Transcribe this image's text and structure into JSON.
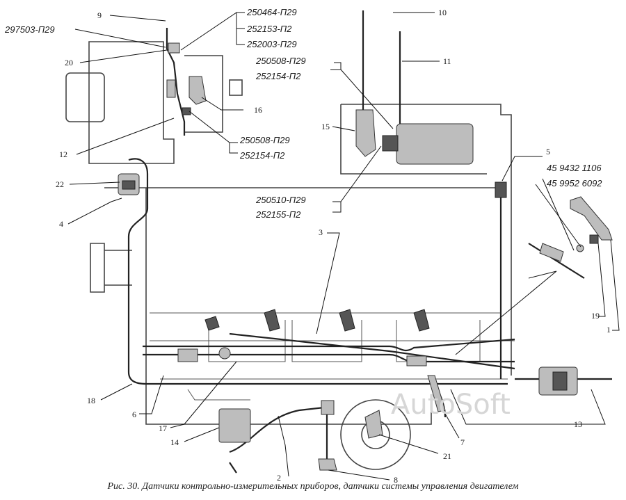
{
  "part_codes": {
    "c297503": "297503-П29",
    "c250464": "250464-П29",
    "c252153": "252153-П2",
    "c252003": "252003-П29",
    "c250508a": "250508-П29",
    "c252154a": "252154-П2",
    "c250508b": "250508-П29",
    "c252154b": "252154-П2",
    "c250510": "250510-П29",
    "c252155": "252155-П2",
    "c459432": "45 9432 1106",
    "c459952": "45 9952 6092"
  },
  "numbers": {
    "n1": "1",
    "n2": "2",
    "n3": "3",
    "n4": "4",
    "n5": "5",
    "n6": "6",
    "n7": "7",
    "n8": "8",
    "n9": "9",
    "n10": "10",
    "n11": "11",
    "n12": "12",
    "n13": "13",
    "n14": "14",
    "n15": "15",
    "n16": "16",
    "n17": "17",
    "n18": "18",
    "n19": "19",
    "n20": "20",
    "n21": "21",
    "n22": "22"
  },
  "watermark": "AutoSoft",
  "caption": "Рис. 30. Датчики контрольно-измерительных приборов, датчики системы управления двигателем"
}
